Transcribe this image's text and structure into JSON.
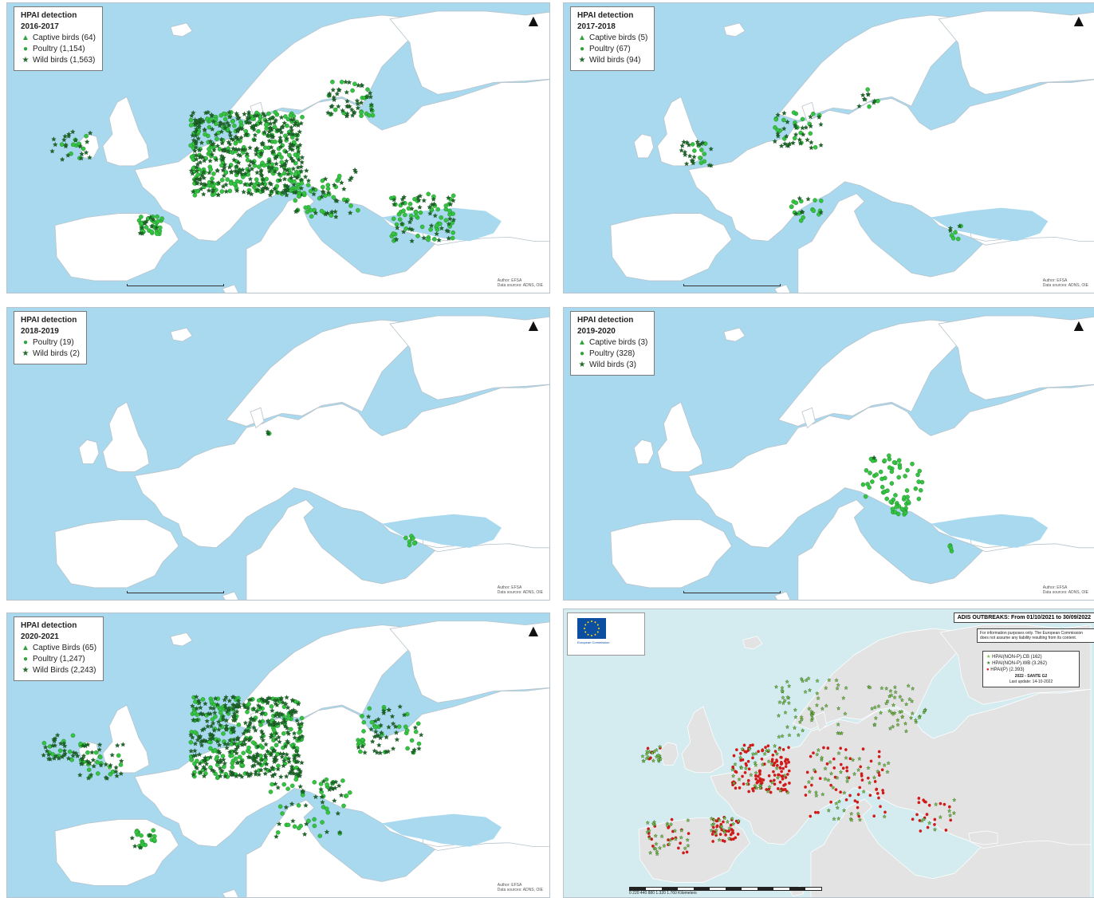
{
  "panels": [
    {
      "title": "HPAI detection",
      "period": "2016-2017",
      "items": [
        {
          "symbol": "▲",
          "label": "Captive birds (64)"
        },
        {
          "symbol": "●",
          "label": "Poultry (1,154)"
        },
        {
          "symbol": "★",
          "label": "Wild birds (1,563)"
        }
      ]
    },
    {
      "title": "HPAI detection",
      "period": "2017-2018",
      "items": [
        {
          "symbol": "▲",
          "label": "Captive birds (5)"
        },
        {
          "symbol": "●",
          "label": "Poultry (67)"
        },
        {
          "symbol": "★",
          "label": "Wild birds (94)"
        }
      ]
    },
    {
      "title": "HPAI detection",
      "period": "2018-2019",
      "items": [
        {
          "symbol": "●",
          "label": "Poultry (19)"
        },
        {
          "symbol": "★",
          "label": "Wild birds (2)"
        }
      ]
    },
    {
      "title": "HPAI detection",
      "period": "2019-2020",
      "items": [
        {
          "symbol": "▲",
          "label": "Captive birds (3)"
        },
        {
          "symbol": "●",
          "label": "Poultry (328)"
        },
        {
          "symbol": "★",
          "label": "Wild birds (3)"
        }
      ]
    },
    {
      "title": "HPAI detection",
      "period": "2020-2021",
      "items": [
        {
          "symbol": "▲",
          "label": "Captive Birds (65)"
        },
        {
          "symbol": "●",
          "label": "Poultry (1,247)"
        },
        {
          "symbol": "★",
          "label": "Wild Birds (2,243)"
        }
      ]
    }
  ],
  "credits": {
    "author": "Author: EFSA",
    "sources": "Data sources: ADNS, OIE"
  },
  "north": "▲",
  "eu": {
    "header": "ADIS OUTBREAKS: From 01/10/2021  to 30/09/2022",
    "disclaimer": "For information purposes only. The European Commission does not assume any liability resulting from its content.",
    "legend": [
      {
        "label": "HPAI(NON-P).CB (162)",
        "color": "#79c043",
        "symbol": "★"
      },
      {
        "label": "HPAI(NON-P).WB (3.262)",
        "color": "#3c8c22",
        "symbol": "★"
      },
      {
        "label": "HPAI(P) (2.393)",
        "color": "#d11a1a",
        "symbol": "●"
      }
    ],
    "footer1": "2022 - SANTE G2",
    "footer2": "Last update: 14-10-2022",
    "logo_text": "European Commission",
    "scale_label": "0  220  440    880    1.320   1.760 Kilometers"
  },
  "colors": {
    "sea": "#a9d9ee",
    "land": "#ffffff",
    "eu_sea": "#d4ecef",
    "eu_land": "#e3e3e3",
    "poultry": "#34c442",
    "wild": "#1f6b2a",
    "red": "#d11a1a"
  }
}
